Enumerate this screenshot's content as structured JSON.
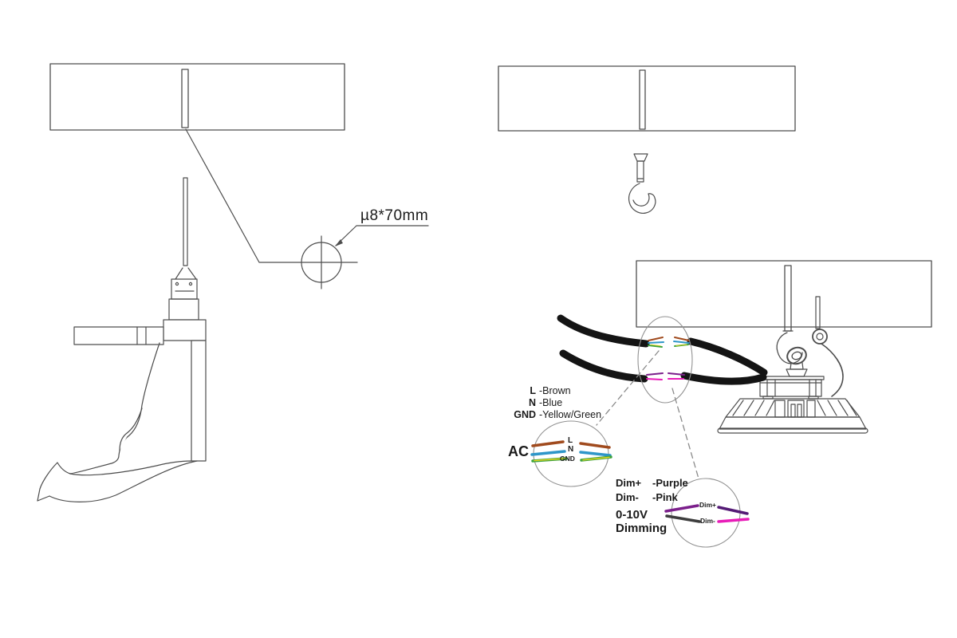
{
  "annotations": {
    "anchor_size": "µ8*70mm"
  },
  "ac_wiring": {
    "legend": [
      {
        "term": "L",
        "desc": "-Brown"
      },
      {
        "term": "N",
        "desc": "-Blue"
      },
      {
        "term": "GND",
        "desc": "-Yellow/Green"
      }
    ],
    "label": "AC",
    "wire_tags": {
      "l": "L",
      "n": "N",
      "gnd": "GND"
    }
  },
  "dim_wiring": {
    "legend": [
      {
        "term": "Dim+",
        "desc": "-Purple"
      },
      {
        "term": "Dim-",
        "desc": "-Pink"
      }
    ],
    "label_line1": "0-10V",
    "label_line2": "Dimming",
    "wire_tags": {
      "plus": "Dim+",
      "minus": "Dim-"
    }
  },
  "colors": {
    "line": "#4d4d4d",
    "thin_circle": "#929292",
    "dash": "#8a8a8a",
    "cable": "#141414",
    "brown": "#a04a1d",
    "blue": "#2e96c8",
    "green": "#3da33d",
    "yellow": "#e6d41f",
    "purple": "#7b1f8b",
    "purple_dark": "#541a75",
    "pink": "#e81cb8",
    "gray_wire": "#3d3d3d",
    "text": "#1a1a1a"
  }
}
